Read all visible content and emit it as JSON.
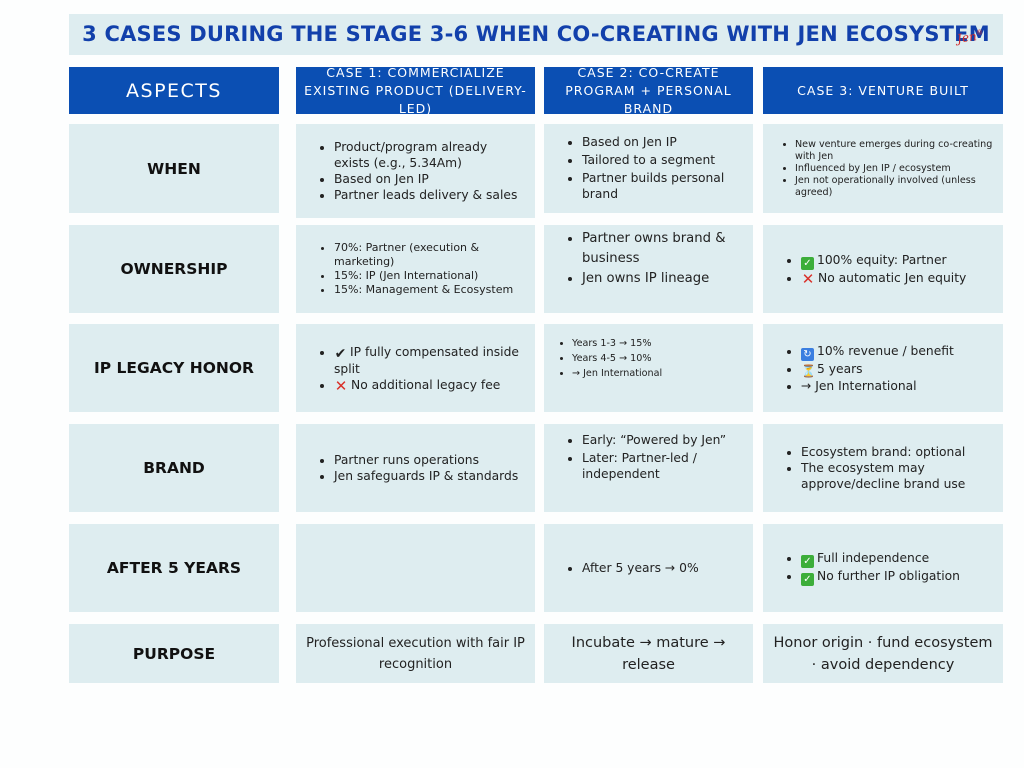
{
  "title": "3 CASES DURING THE STAGE 3-6 WHEN CO-CREATING WITH JEN ECOSYSTEM",
  "signature": "Jen",
  "headers": {
    "aspects": "ASPECTS",
    "case1": "CASE 1: COMMERCIALIZE EXISTING PRODUCT (DELIVERY-LED)",
    "case2": "CASE 2: CO-CREATE PROGRAM + PERSONAL BRAND",
    "case3": "CASE 3: VENTURE BUILT"
  },
  "rows": {
    "when": {
      "label": "WHEN",
      "case1": [
        "Product/program already exists (e.g., 5.34Am)",
        "Based on Jen IP",
        "Partner leads delivery & sales"
      ],
      "case2": [
        "Based on Jen IP",
        "Tailored to a segment",
        "Partner builds personal brand"
      ],
      "case3": [
        "New venture emerges during co-creating with Jen",
        "Influenced by Jen IP / ecosystem",
        "Jen not operationally involved (unless agreed)"
      ]
    },
    "ownership": {
      "label": "OWNERSHIP",
      "case1": [
        "70%: Partner (execution & marketing)",
        "15%: IP (Jen International)",
        "15%:  Management & Ecosystem"
      ],
      "case2": [
        "Partner owns brand & business",
        "Jen owns IP lineage"
      ],
      "case3": [
        "100% equity: Partner",
        "No automatic Jen equity"
      ]
    },
    "ip": {
      "label": "IP LEGACY HONOR",
      "case1": [
        "IP fully compensated inside split",
        "No additional legacy fee"
      ],
      "case2": [
        "Years 1-3 → 15%",
        "Years 4-5 → 10%",
        "→ Jen International"
      ],
      "case3": [
        "10% revenue / benefit",
        "5 years",
        "→ Jen International"
      ]
    },
    "brand": {
      "label": "BRAND",
      "case1": [
        "Partner runs operations",
        "Jen safeguards IP & standards"
      ],
      "case2": [
        "Early: “Powered by Jen”",
        "Later: Partner-led / independent"
      ],
      "case3": [
        "Ecosystem brand: optional",
        "The ecosystem may approve/decline brand use"
      ]
    },
    "after": {
      "label": "AFTER 5 YEARS",
      "case2": [
        "After 5 years → 0%"
      ],
      "case3": [
        "Full independence",
        "No further IP obligation"
      ]
    },
    "purpose": {
      "label": "PURPOSE",
      "case1": "Professional execution with fair IP recognition",
      "case2": "Incubate → mature → release",
      "case3": "Honor origin · fund ecosystem · avoid dependency"
    }
  },
  "icons": {
    "check": "white-check-mark-icon",
    "cross": "cross-mark-icon",
    "cycle": "repeat-icon",
    "hourglass": "hourglass-icon",
    "tick": "heavy-check-icon"
  }
}
